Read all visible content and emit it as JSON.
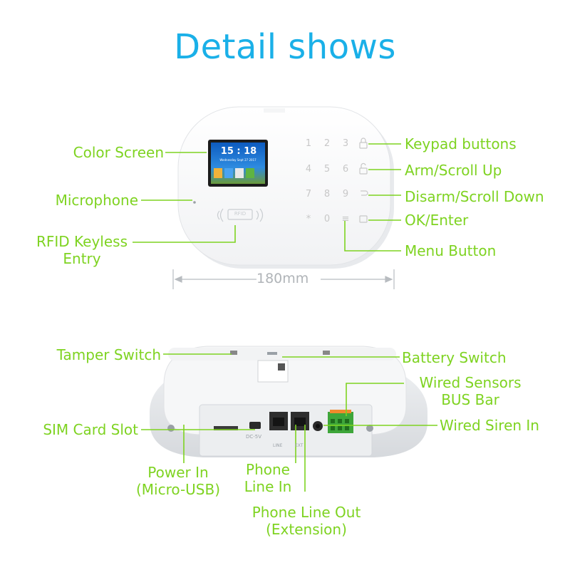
{
  "title": "Detail shows",
  "colors": {
    "title": "#1ab0e8",
    "label": "#7ed321",
    "line": "#7ed321",
    "screen_bg": "#1e6fd0"
  },
  "top_device": {
    "screen": {
      "time": "15 : 18",
      "date": "Wednesday  Sept 27  2017"
    },
    "rfid_text": "RFID",
    "keys": [
      "1",
      "2",
      "3",
      "4",
      "5",
      "6",
      "7",
      "8",
      "9",
      "*",
      "0",
      "≡"
    ],
    "dimension": "180mm"
  },
  "labels": {
    "color_screen": "Color Screen",
    "microphone": "Microphone",
    "rfid_line1": "RFID Keyless",
    "rfid_line2": "Entry",
    "keypad_buttons": "Keypad buttons",
    "arm_scroll_up": "Arm/Scroll Up",
    "disarm_scroll_down": "Disarm/Scroll Down",
    "ok_enter": "OK/Enter",
    "menu_button": "Menu Button",
    "tamper_switch": "Tamper  Switch",
    "battery_switch": "Battery Switch",
    "wired_sensors_line1": "Wired Sensors",
    "wired_sensors_line2": "BUS Bar",
    "sim_card_slot": "SIM Card Slot",
    "wired_siren_in": "Wired Siren In",
    "power_in_line1": "Power In",
    "power_in_line2": "(Micro-USB)",
    "phone_in_line1": "Phone",
    "phone_in_line2": "Line In",
    "phone_out_line1": "Phone Line Out",
    "phone_out_line2": "(Extension)"
  },
  "bottom_device": {
    "port_dc": "DC-5V",
    "port_line": "LINE",
    "port_ext": "EXT"
  }
}
